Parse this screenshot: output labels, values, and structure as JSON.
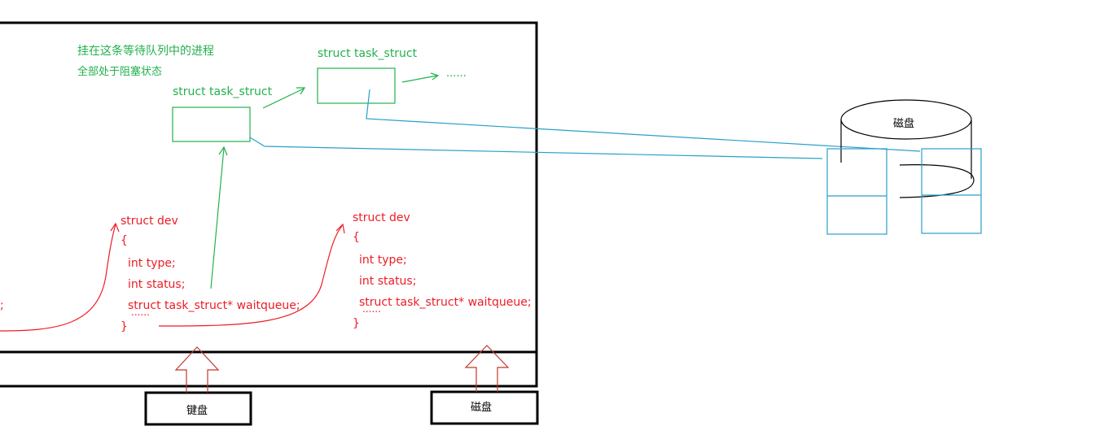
{
  "note": {
    "line1": "挂在这条等待队列中的进程",
    "line2": "全部处于阻塞状态"
  },
  "task1": {
    "label": "struct task_struct"
  },
  "task2": {
    "label": "struct task_struct"
  },
  "task_more": "......",
  "dev_left": {
    "title": "struct dev",
    "open": "{",
    "f1": "int type;",
    "f2": "int status;",
    "f3": "struct task_struct* waitqueue;",
    "more": "......",
    "close": "}"
  },
  "dev_right": {
    "title": "struct dev",
    "open": "{",
    "f1": "int type;",
    "f2": "int status;",
    "f3": "struct task_struct* waitqueue;",
    "more": "......",
    "close": "}"
  },
  "left_partial": ";",
  "disk_top": "磁盘",
  "keyboard_box": "键盘",
  "disk_box": "磁盘",
  "colors": {
    "green": "#22b14c",
    "red": "#ed1c24",
    "blue": "#2a9fc9",
    "black": "#000000"
  }
}
